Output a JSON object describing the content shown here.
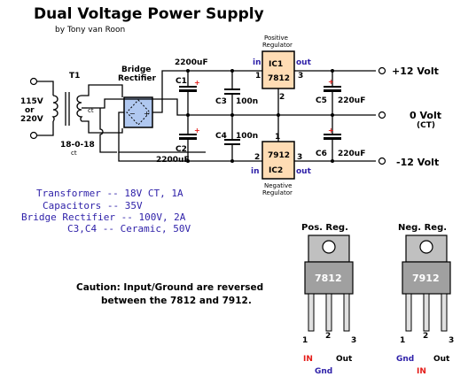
{
  "title": "Dual Voltage Power Supply",
  "author": "by Tony van Roon",
  "input_voltage": [
    "115V",
    "or",
    "220V"
  ],
  "transformer": {
    "ref": "T1",
    "ct": "ct",
    "rating": "18-0-18",
    "rating_ct": "ct"
  },
  "bridge": [
    "Bridge",
    "Rectifier"
  ],
  "caps": {
    "c1": "C1",
    "c1_value": "2200uF",
    "c2": "C2",
    "c2_value": "2200uF",
    "c3": "C3",
    "c3_value": "100n",
    "c4": "C4",
    "c4_value": "100n",
    "c5": "C5",
    "c5_value": "220uF",
    "c6": "C6",
    "c6_value": "220uF"
  },
  "ic1": {
    "ref": "IC1",
    "part": "7812",
    "top": [
      "Positive",
      "Regulator"
    ],
    "in": "in",
    "out": "out",
    "pin1": "1",
    "pin2": "2",
    "pin3": "3"
  },
  "ic2": {
    "ref": "IC2",
    "part": "7912",
    "bottom": [
      "Negative",
      "Regulator"
    ],
    "in": "in",
    "out": "out",
    "pin1": "1",
    "pin2": "2",
    "pin3": "3"
  },
  "outputs": {
    "pos": "+12 Volt",
    "zero": "0 Volt",
    "ct": "(CT)",
    "neg": "-12 Volt"
  },
  "specs": [
    "Transformer -- 18V CT, 1A",
    "Capacitors -- 35V",
    "Bridge Rectifier -- 100V, 2A",
    "C3,C4 -- Ceramic, 50V"
  ],
  "caution": [
    "Caution: Input/Ground  are reversed",
    "between the 7812 and 7912."
  ],
  "pos_pkg": {
    "title": "Pos. Reg.",
    "part": "7812",
    "p1": "1",
    "p2": "2",
    "p3": "3",
    "l1": "IN",
    "l2": "Gnd",
    "l3": "Out"
  },
  "neg_pkg": {
    "title": "Neg. Reg.",
    "part": "7912",
    "p1": "1",
    "p2": "2",
    "p3": "3",
    "l1": "Gnd",
    "l2": "IN",
    "l3": "Out"
  },
  "colors": {
    "text_blue": "#2d1fa8",
    "text_red": "#e41b17",
    "ic_fill": "#ffdcb4",
    "bridge_fill": "#b0c8f0",
    "pkg_gray": "#c0c0c0"
  }
}
